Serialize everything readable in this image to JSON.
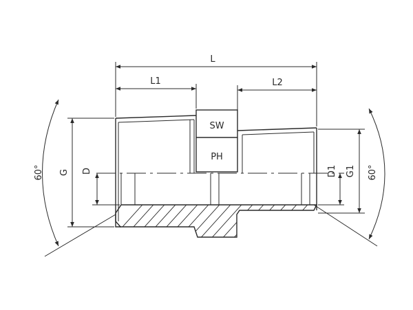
{
  "drawing": {
    "dimensions": {
      "overall_length": "L",
      "length_1": "L1",
      "length_2": "L2",
      "wrench_size": "SW",
      "hexagon_height": "PH",
      "thread_left": "G",
      "bore_left": "D",
      "bore_right": "D1",
      "thread_right": "G1",
      "angle_left": "60°",
      "angle_right": "60°"
    }
  }
}
